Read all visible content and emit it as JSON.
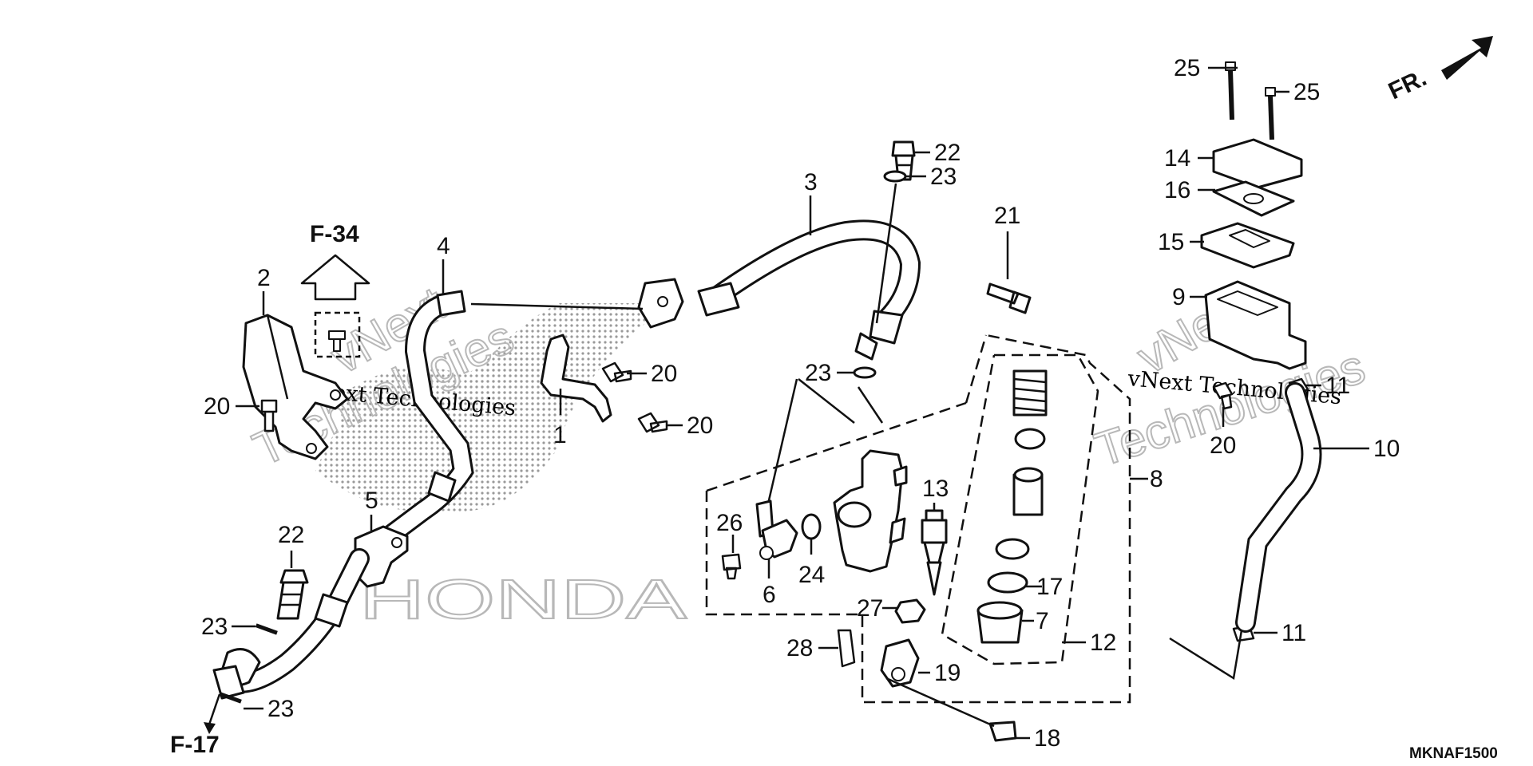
{
  "diagram": {
    "code": "MKNAF1500",
    "direction_label": "FR.",
    "ref_labels": {
      "f34": "F-34",
      "f17": "F-17"
    },
    "watermark": {
      "brand": "HONDA",
      "text_left": "vNext Technologies",
      "text_right": "vNext Technologies",
      "text_arc_left_1": "vNext",
      "text_arc_left_2": "Technologies",
      "text_arc_right_1": "vNext",
      "text_arc_right_2": "Technologies"
    },
    "callouts": [
      {
        "id": "c1",
        "label": "1"
      },
      {
        "id": "c2",
        "label": "2"
      },
      {
        "id": "c3",
        "label": "3"
      },
      {
        "id": "c4",
        "label": "4"
      },
      {
        "id": "c5",
        "label": "5"
      },
      {
        "id": "c6",
        "label": "6"
      },
      {
        "id": "c7",
        "label": "7"
      },
      {
        "id": "c8",
        "label": "8"
      },
      {
        "id": "c9",
        "label": "9"
      },
      {
        "id": "c10",
        "label": "10"
      },
      {
        "id": "c11a",
        "label": "11"
      },
      {
        "id": "c11b",
        "label": "11"
      },
      {
        "id": "c12",
        "label": "12"
      },
      {
        "id": "c13",
        "label": "13"
      },
      {
        "id": "c14",
        "label": "14"
      },
      {
        "id": "c15",
        "label": "15"
      },
      {
        "id": "c16",
        "label": "16"
      },
      {
        "id": "c17",
        "label": "17"
      },
      {
        "id": "c18",
        "label": "18"
      },
      {
        "id": "c19",
        "label": "19"
      },
      {
        "id": "c20a",
        "label": "20"
      },
      {
        "id": "c20b",
        "label": "20"
      },
      {
        "id": "c20c",
        "label": "20"
      },
      {
        "id": "c20d",
        "label": "20"
      },
      {
        "id": "c21",
        "label": "21"
      },
      {
        "id": "c22a",
        "label": "22"
      },
      {
        "id": "c22b",
        "label": "22"
      },
      {
        "id": "c23a",
        "label": "23"
      },
      {
        "id": "c23b",
        "label": "23"
      },
      {
        "id": "c23c",
        "label": "23"
      },
      {
        "id": "c23d",
        "label": "23"
      },
      {
        "id": "c24",
        "label": "24"
      },
      {
        "id": "c25a",
        "label": "25"
      },
      {
        "id": "c25b",
        "label": "25"
      },
      {
        "id": "c26",
        "label": "26"
      },
      {
        "id": "c27",
        "label": "27"
      },
      {
        "id": "c28",
        "label": "28"
      }
    ]
  }
}
